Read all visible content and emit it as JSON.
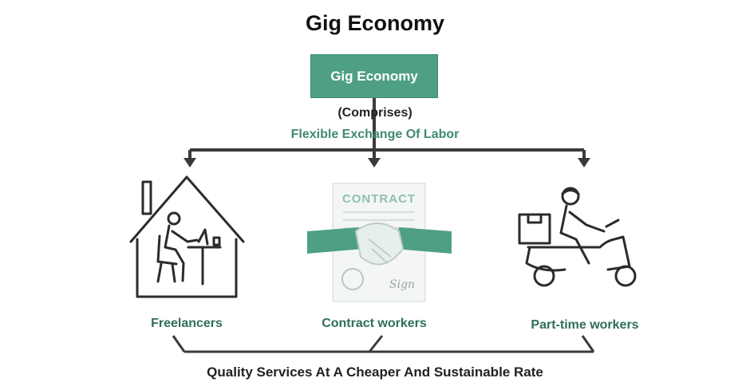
{
  "title": "Gig Economy",
  "root": {
    "label": "Gig Economy"
  },
  "relation": "(Comprises)",
  "subtitle": "Flexible Exchange Of Labor",
  "categories": [
    {
      "label": "Freelancers",
      "icon": "home-office-worker-icon"
    },
    {
      "label": "Contract workers",
      "icon": "contract-handshake-icon",
      "document_text": "CONTRACT",
      "signature_text": "Sign"
    },
    {
      "label": "Part-time workers",
      "icon": "delivery-scooter-icon"
    }
  ],
  "conclusion": "Quality Services At A Cheaper And Sustainable Rate",
  "colors": {
    "accent": "#4f9f86",
    "subtitle": "#3f8a73",
    "label": "#2f6e5c",
    "line": "#3a3a3a",
    "icon": "#2b2b2b"
  }
}
